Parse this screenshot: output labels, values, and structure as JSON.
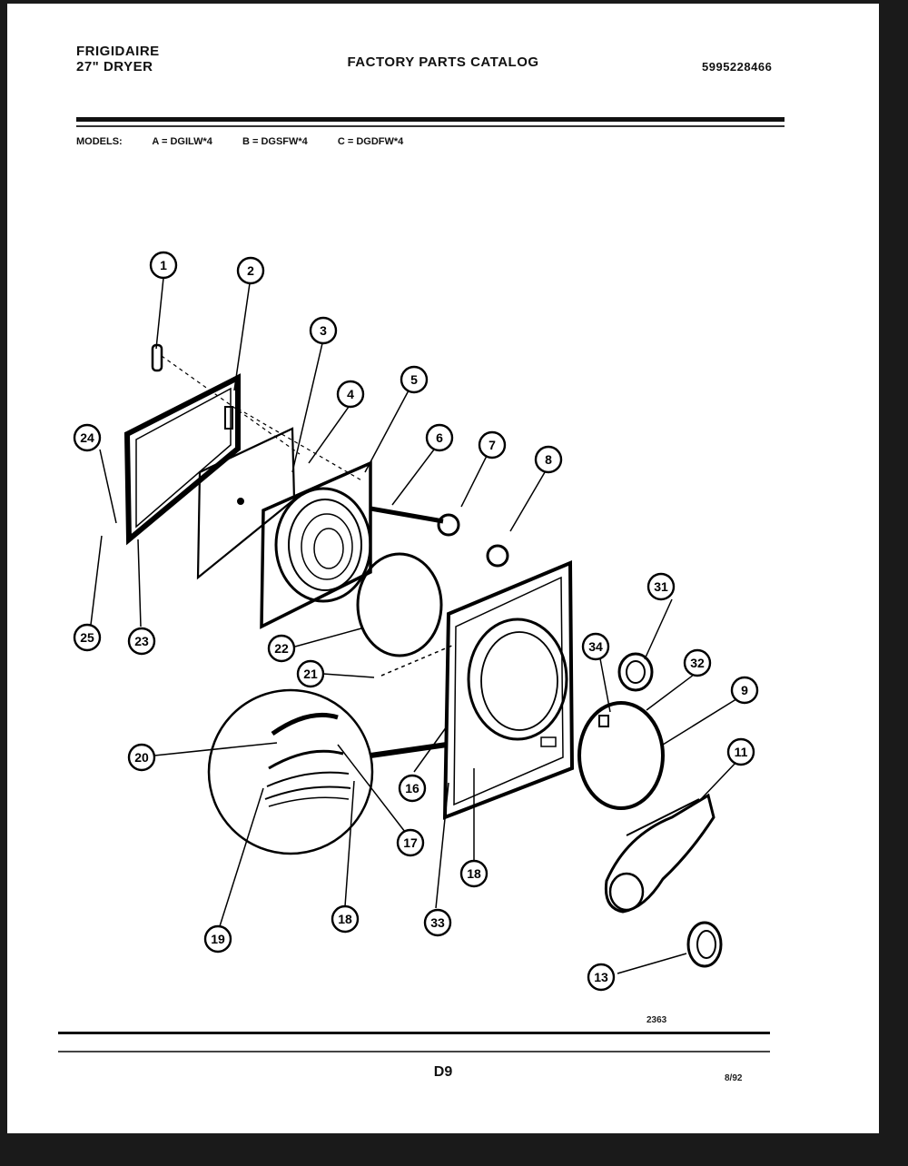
{
  "header": {
    "brand": "FRIGIDAIRE",
    "product": "27\" DRYER",
    "catalog_title": "FACTORY PARTS CATALOG",
    "catalog_number": "5995228466"
  },
  "models": {
    "label": "MODELS:",
    "a": "A = DGILW*4",
    "b": "B = DGSFW*4",
    "c": "C = DGDFW*4"
  },
  "callouts": [
    "1",
    "2",
    "3",
    "4",
    "5",
    "6",
    "7",
    "8",
    "9",
    "11",
    "13",
    "16",
    "17",
    "18",
    "18",
    "19",
    "20",
    "21",
    "22",
    "23",
    "24",
    "25",
    "31",
    "32",
    "33",
    "34"
  ],
  "footer": {
    "drawing_number": "2363",
    "page_id": "D9",
    "date": "8/92"
  }
}
